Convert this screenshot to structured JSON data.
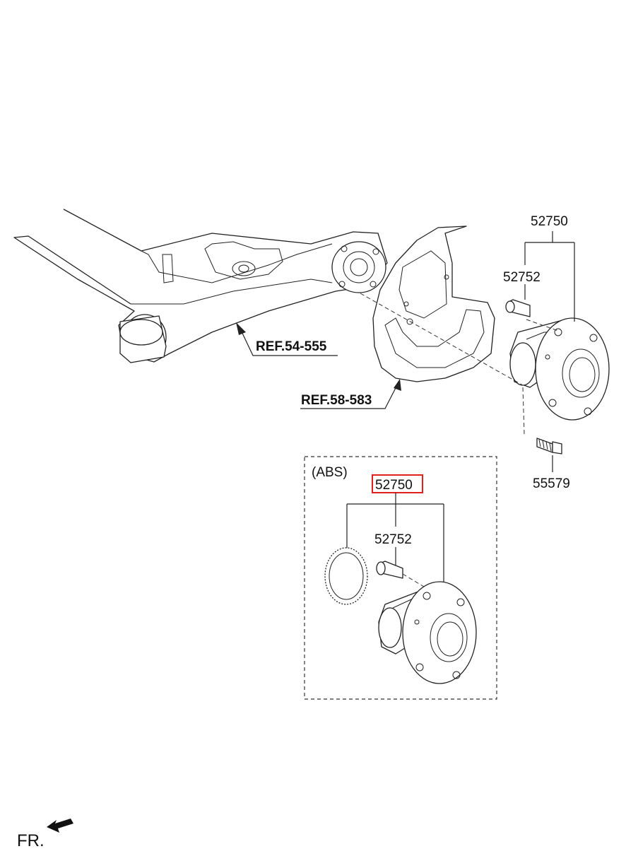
{
  "diagram": {
    "references": {
      "axle_ref": "REF.54-555",
      "shield_ref": "REF.58-583"
    },
    "callouts": {
      "hub_assembly": "52750",
      "hub_bolt": "52752",
      "mounting_bolt": "55579"
    },
    "abs_section": {
      "title": "(ABS)",
      "hub_assembly": "52750",
      "hub_bolt": "52752"
    },
    "direction": {
      "label": "FR."
    },
    "colors": {
      "line": "#222222",
      "highlight": "#e0201c",
      "background": "#ffffff"
    }
  }
}
